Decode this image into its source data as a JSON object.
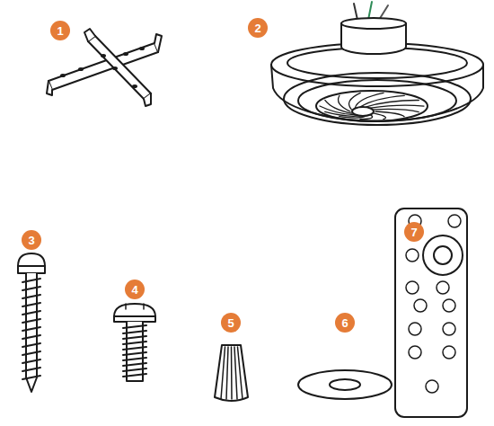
{
  "diagram": {
    "nodes": [
      {
        "text": [
          "1"
        ]
      },
      {
        "text": [
          "2"
        ]
      },
      {
        "text": [
          "3"
        ]
      },
      {
        "text": [
          "4"
        ]
      },
      {
        "text": [
          "5"
        ]
      },
      {
        "text": [
          "6"
        ]
      },
      {
        "text": [
          "7"
        ]
      }
    ],
    "edges": []
  }
}
